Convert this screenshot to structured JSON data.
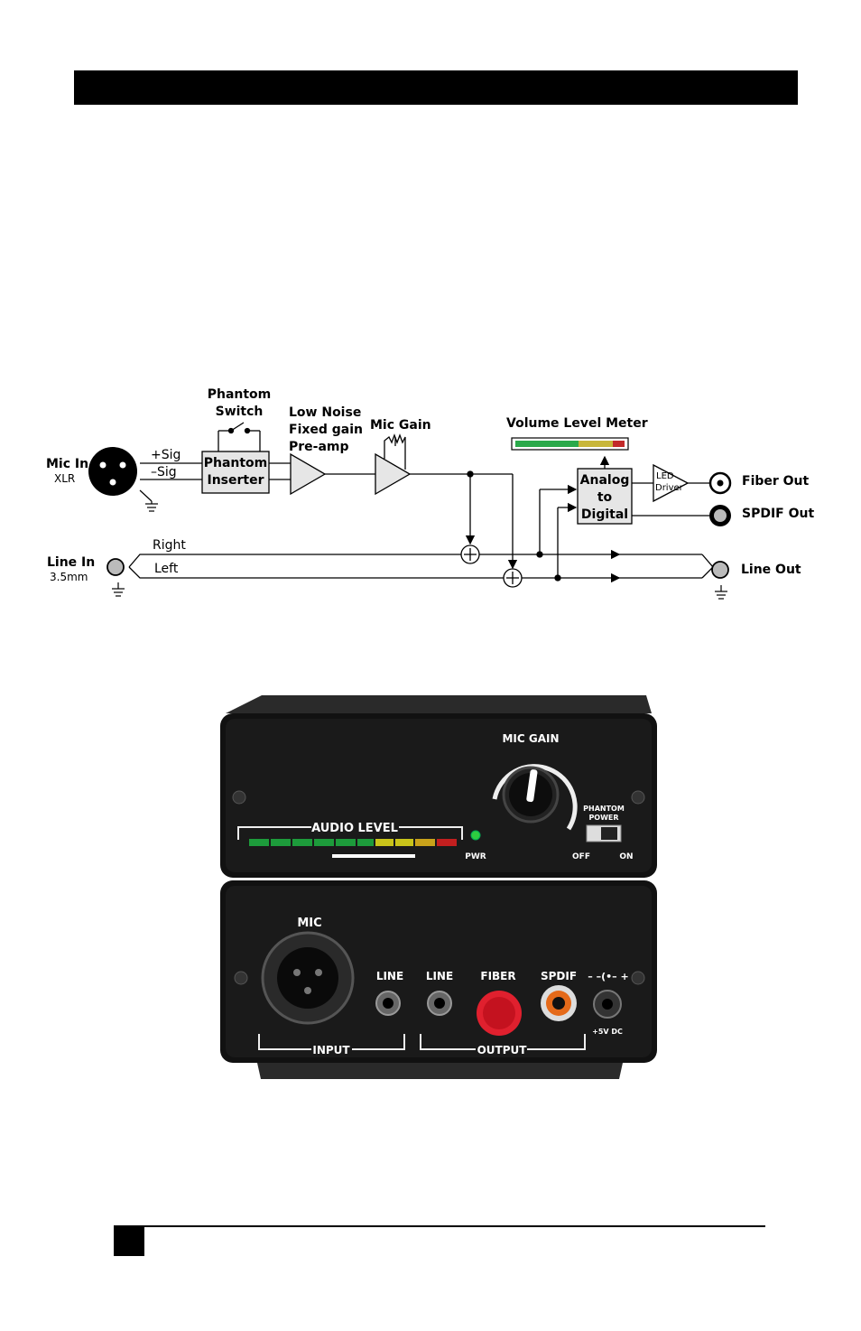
{
  "diagram": {
    "phantom_switch": [
      "Phantom",
      "Switch"
    ],
    "preamp": [
      "Low Noise",
      "Fixed gain",
      "Pre-amp"
    ],
    "mic_gain": "Mic Gain",
    "volume_meter": "Volume Level Meter",
    "mic_in": "Mic In",
    "xlr": "XLR",
    "plus_sig": "+Sig",
    "minus_sig": "–Sig",
    "phantom_inserter": [
      "Phantom",
      "Inserter"
    ],
    "adc": [
      "Analog",
      "to",
      "Digital"
    ],
    "led_driver": [
      "LED",
      "Driver"
    ],
    "fiber_out": "Fiber Out",
    "spdif_out": "SPDIF Out",
    "line_in": "Line In",
    "line_in_size": "3.5mm",
    "right": "Right",
    "left": "Left",
    "line_out": "Line Out"
  },
  "device": {
    "front": {
      "mic_gain": "MIC GAIN",
      "audio_level": "AUDIO LEVEL",
      "pwr": "PWR",
      "phantom_power": [
        "PHANTOM",
        "POWER"
      ],
      "off": "OFF",
      "on": "ON"
    },
    "rear": {
      "mic": "MIC",
      "line_in": "LINE",
      "line_out": "LINE",
      "fiber": "FIBER",
      "spdif": "SPDIF",
      "polarity": "– –(•– +",
      "dc": "+5V DC",
      "input": "INPUT",
      "output": "OUTPUT"
    }
  }
}
